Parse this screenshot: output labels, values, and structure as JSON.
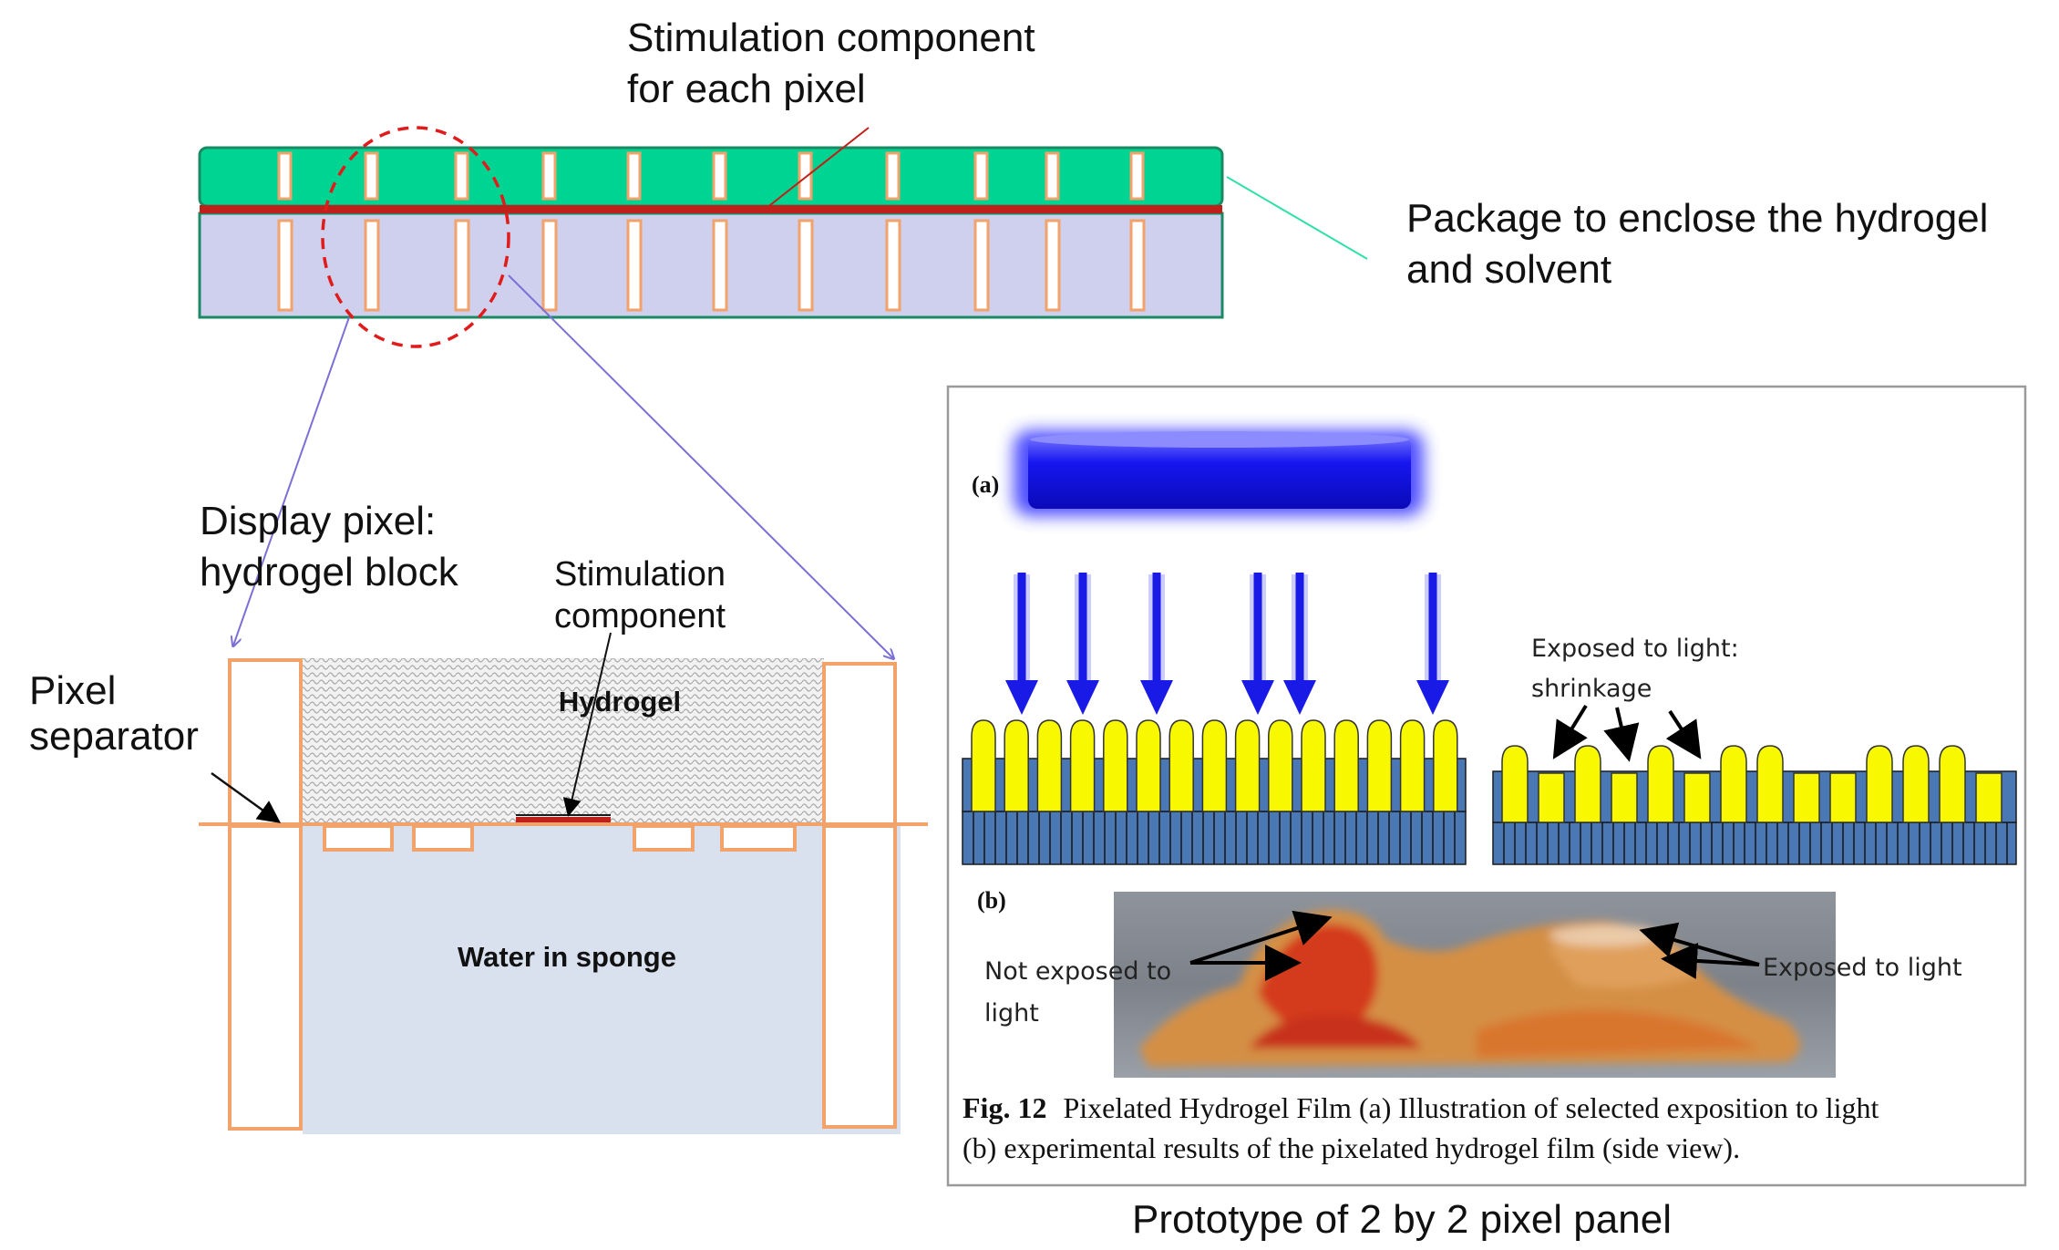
{
  "top_diagram": {
    "title_line1": "Stimulation component",
    "title_line2": "for each pixel",
    "package_line1": "Package to enclose the hydrogel",
    "package_line2": "and solvent"
  },
  "detail_diagram": {
    "display_pixel_line1": "Display pixel:",
    "display_pixel_line2": "hydrogel block",
    "stim_line1": "Stimulation",
    "stim_line2": "component",
    "pixel_sep_line1": "Pixel",
    "pixel_sep_line2": "separator",
    "hydrogel_label": "Hydrogel",
    "water_label": "Water in sponge"
  },
  "figure_panel": {
    "label_a": "(a)",
    "label_b": "(b)",
    "exposed_line1": "Exposed to light:",
    "exposed_line2": "shrinkage",
    "not_exposed_line1": "Not exposed to",
    "not_exposed_line2": "light",
    "exposed_to_light": "Exposed to light",
    "caption_bold": "Fig. 12",
    "caption_line1": "Pixelated Hydrogel Film (a) Illustration of selected exposition to light",
    "caption_line2": "(b) experimental results of the pixelated hydrogel film (side view).",
    "prototype_caption": "Prototype of 2 by 2 pixel panel"
  },
  "colors": {
    "package_green": "#00d492",
    "package_lavender": "#cfd0ee",
    "stim_red": "#c0201a",
    "separator_orange": "#f2a26b",
    "light_blue": "#1a1ae6",
    "gel_yellow": "#f8f800",
    "film_blue": "#4a78b4"
  }
}
